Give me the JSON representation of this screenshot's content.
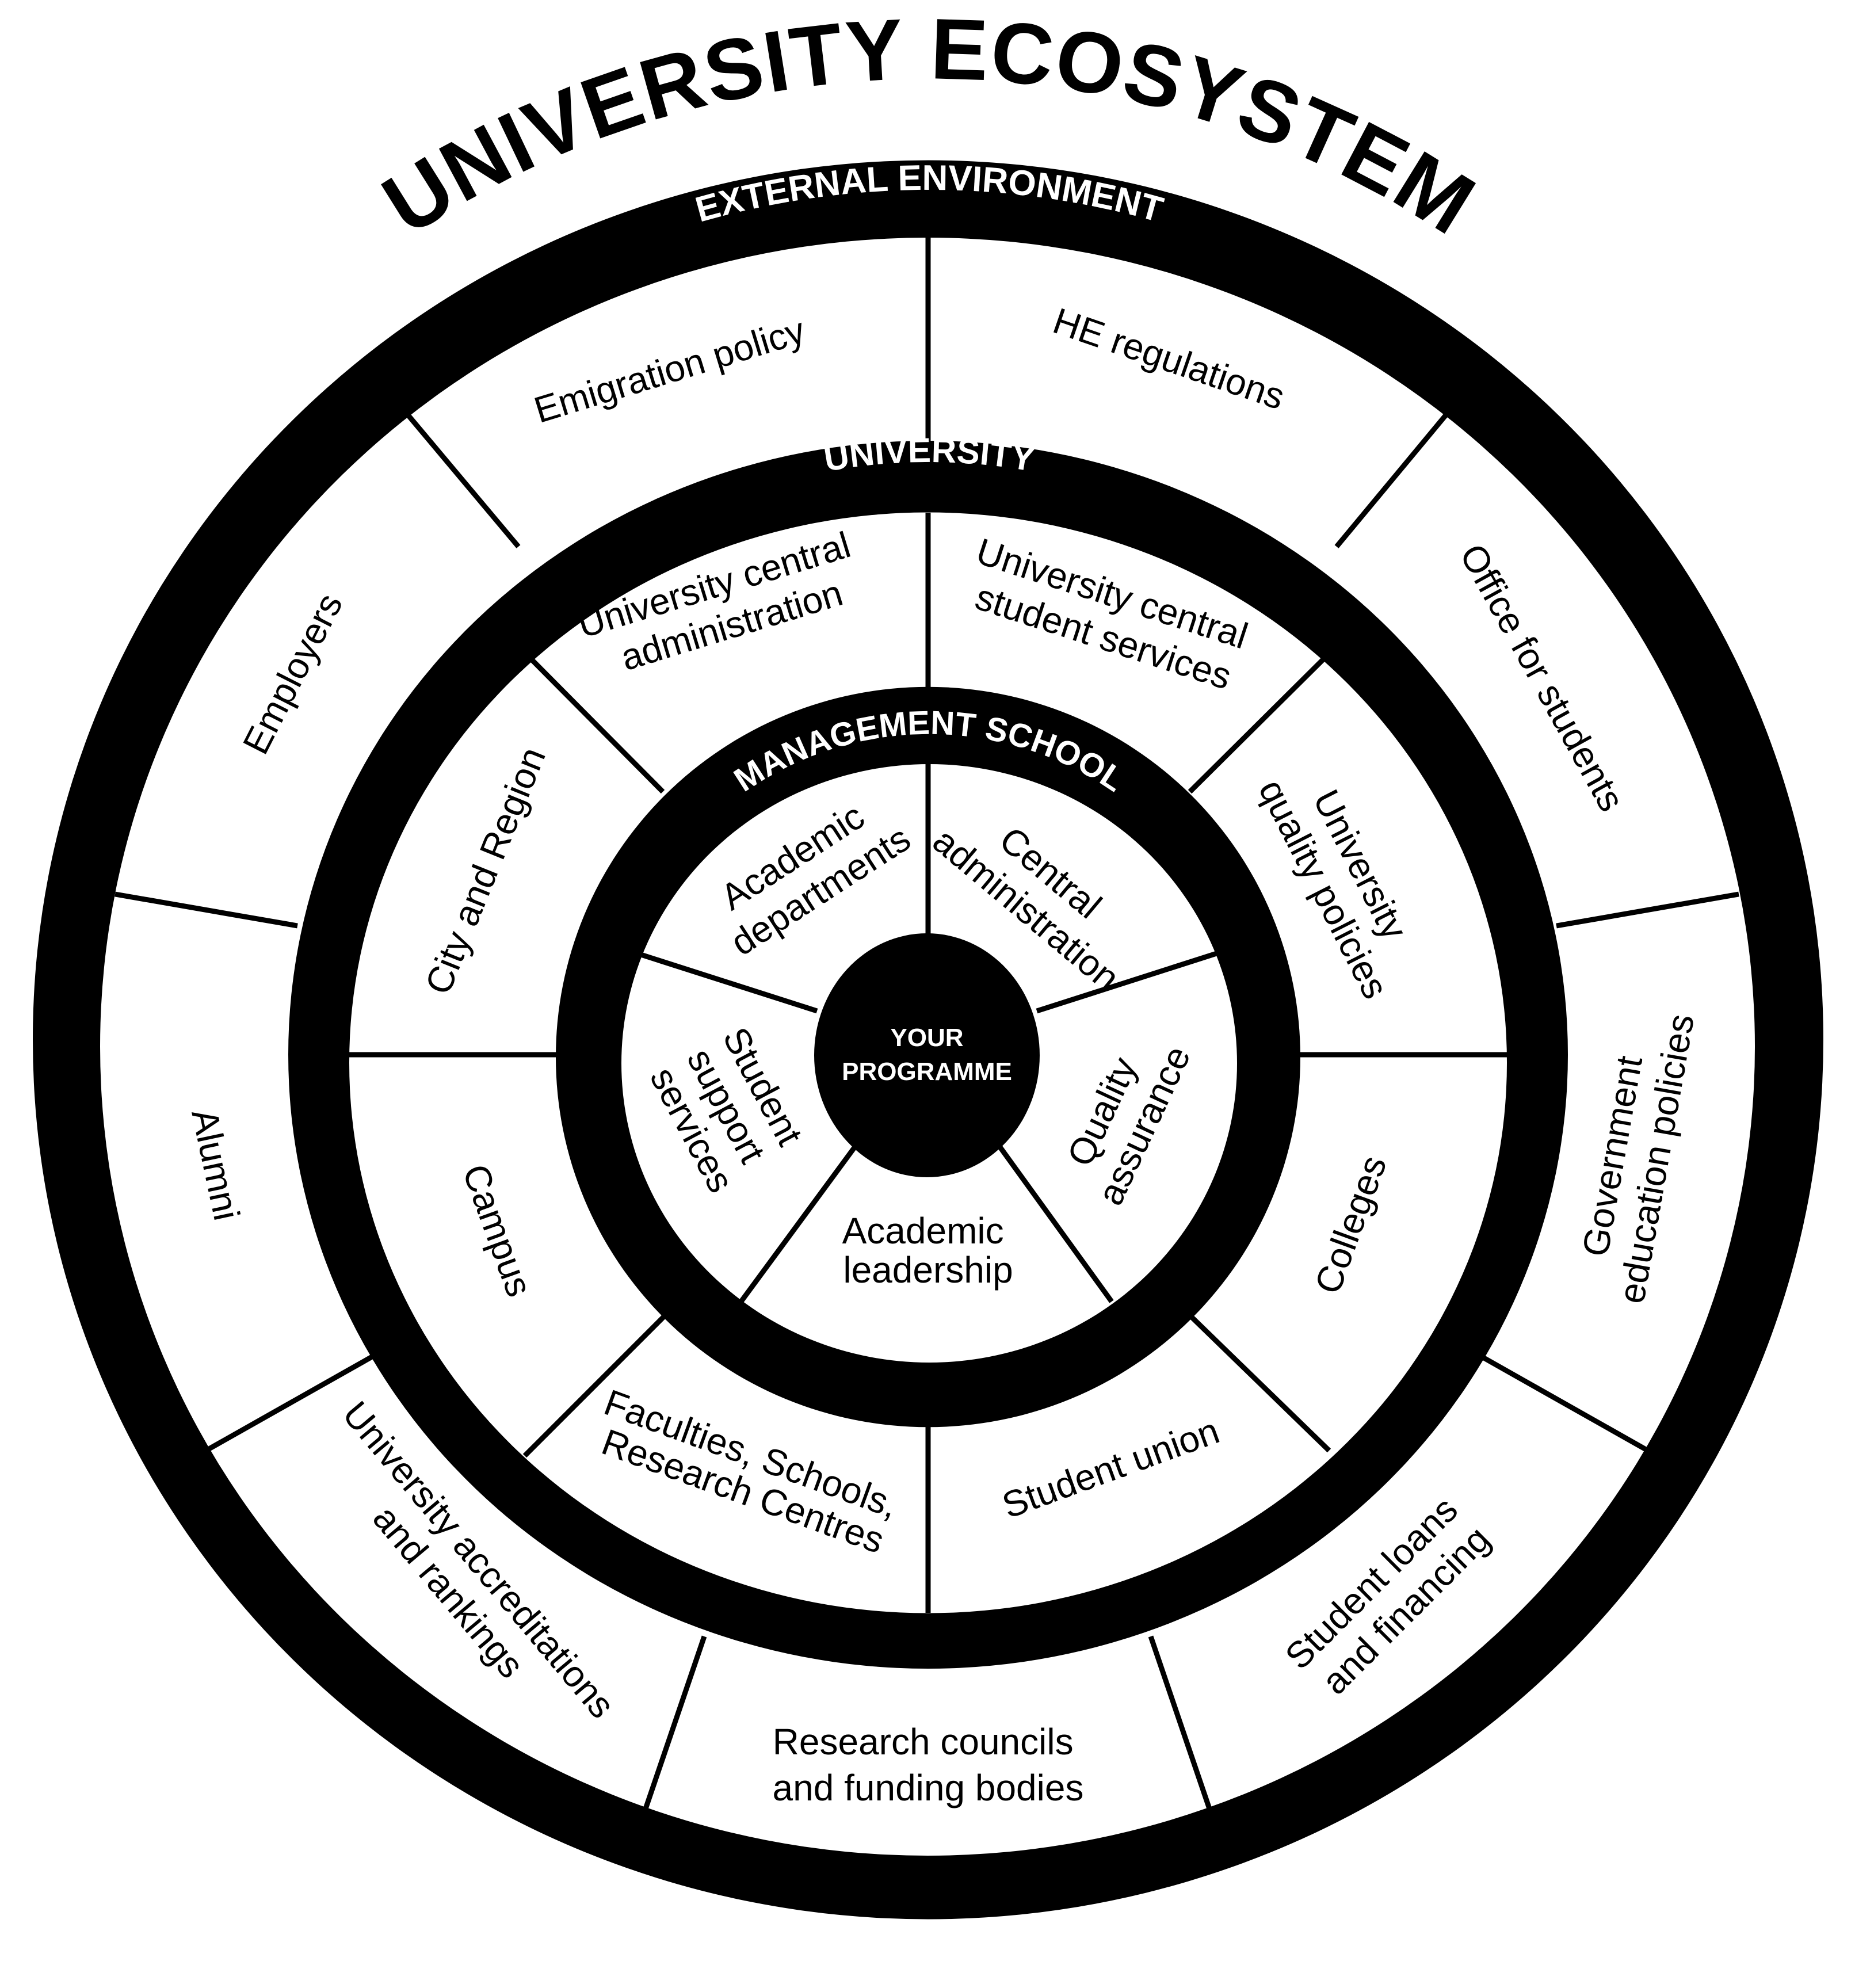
{
  "diagram": {
    "title": "UNIVERSITY ECOSYSTEM",
    "colors": {
      "ink": "#000000",
      "paper": "#ffffff"
    },
    "core": {
      "line1": "YOUR",
      "line2": "PROGRAMME"
    },
    "rings": {
      "external": {
        "label": "EXTERNAL ENVIRONMENT",
        "segments": {
          "emigration_policy": [
            "Emigration policy"
          ],
          "he_regulations": [
            "HE regulations"
          ],
          "office_for_students": [
            "Office for students"
          ],
          "government_education_policies": [
            "Government",
            "education policies"
          ],
          "student_loans": [
            "Student loans",
            "and financing"
          ],
          "research_councils": [
            "Research councils",
            "and funding bodies"
          ],
          "accreditations": [
            "University accreditations",
            "and rankings"
          ],
          "alumni": [
            "Alumni"
          ],
          "employers": [
            "Employers"
          ]
        }
      },
      "university": {
        "label": "UNIVERSITY",
        "segments": {
          "central_administration": [
            "University central",
            "administration"
          ],
          "central_student_services": [
            "University central",
            "student services"
          ],
          "quality_policies": [
            "University",
            "quality policies"
          ],
          "colleges": [
            "Colleges"
          ],
          "student_union": [
            "Student union"
          ],
          "faculties": [
            "Faculties, Schools,",
            "Research Centres"
          ],
          "campus": [
            "Campus"
          ],
          "city_and_region": [
            "City and Region"
          ]
        }
      },
      "management_school": {
        "label": "MANAGEMENT SCHOOL",
        "segments": {
          "academic_departments": [
            "Academic",
            "departments"
          ],
          "central_administration": [
            "Central",
            "administration"
          ],
          "quality_assurance": [
            "Quality",
            "assurance"
          ],
          "academic_leadership": [
            "Academic",
            "leadership"
          ],
          "student_support_services": [
            "Student",
            "support",
            "services"
          ]
        }
      }
    }
  }
}
